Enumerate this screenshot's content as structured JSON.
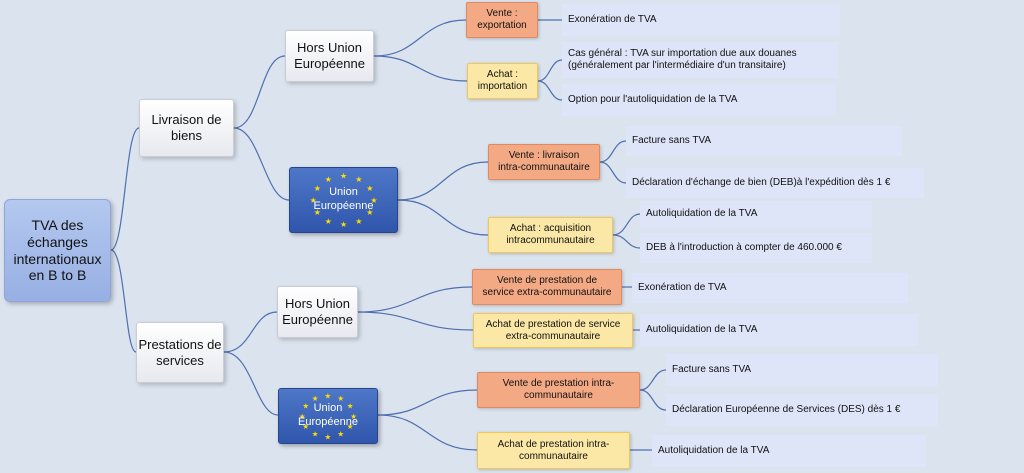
{
  "root": {
    "label": "TVA des\néchanges\ninternationaux\nen B to B"
  },
  "goods": {
    "label": "Livraison de\nbiens",
    "outside_eu": {
      "label": "Hors Union\nEuropéenne",
      "sale": {
        "label": "Vente :\nexportation",
        "leaf": "Exonération de TVA"
      },
      "purchase": {
        "label": "Achat :\nimportation",
        "leaves": [
          "Cas général : TVA sur importation due aux douanes\n(généralement par l'intermédiaire d'un transitaire)",
          "Option pour  l'autoliquidation de la TVA"
        ]
      }
    },
    "eu": {
      "label": "Union\nEuropéenne",
      "sale": {
        "label": "Vente : livraison\nintra-communautaire",
        "leaves": [
          "Facture sans TVA",
          "Déclaration d'échange de bien (DEB)à l'expédition dès 1 €"
        ]
      },
      "purchase": {
        "label": "Achat : acquisition\nintracommunautaire",
        "leaves": [
          "Autoliquidation  de la TVA",
          "DEB à l'introduction  à compter de 460.000 €"
        ]
      }
    }
  },
  "services": {
    "label": "Prestations de\nservices",
    "outside_eu": {
      "label": "Hors Union\nEuropéenne",
      "sale": {
        "label": "Vente de prestation de\nservice extra-communautaire",
        "leaf": "Exonération de TVA"
      },
      "purchase": {
        "label": "Achat de prestation de service\nextra-communautaire",
        "leaf": "Autoliquidation  de la TVA"
      }
    },
    "eu": {
      "label": "Union\nEuropéenne",
      "sale": {
        "label": "Vente de prestation intra-\ncommunautaire",
        "leaves": [
          "Facture sans TVA",
          "Déclaration Européenne  de Services (DES) dès 1 €"
        ]
      },
      "purchase": {
        "label": "Achat de prestation intra-\ncommunautaire",
        "leaf": "Autoliquidation  de la TVA"
      }
    }
  },
  "colors": {
    "sale": "#f4a985",
    "purchase": "#fce8a6",
    "eu_flag": "#3a62b6",
    "eu_stars": "#ffdd00",
    "connector": "#4f6fb0"
  }
}
